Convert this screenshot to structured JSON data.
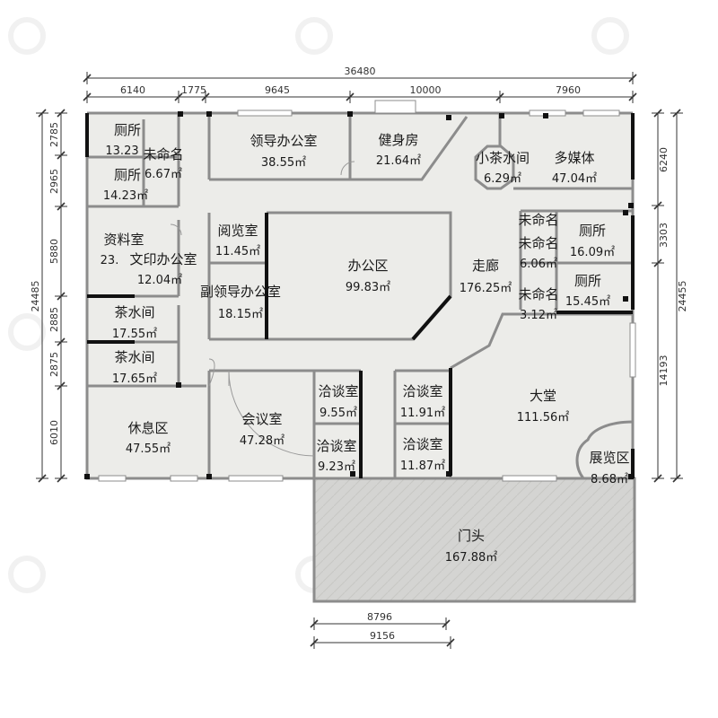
{
  "plan": {
    "colors": {
      "floor": "#ecece9",
      "wall": "#8c8c8c",
      "wall_dark": "#111111",
      "dim_line": "#333333",
      "entrance_floor": "#d4d4d2"
    },
    "dimensions_top": {
      "total": "36480",
      "segments": [
        "6140",
        "1775",
        "9645",
        "10000",
        "7960"
      ]
    },
    "dimensions_left": {
      "total": "24485",
      "segments": [
        "2785",
        "2965",
        "5880",
        "2885",
        "2875",
        "6010"
      ]
    },
    "dimensions_right": {
      "total": "24455",
      "segments": [
        "6240",
        "3303",
        "14193"
      ]
    },
    "dimensions_bottom": {
      "segments": [
        "8796",
        "9156"
      ]
    },
    "rooms": [
      {
        "name": "厕所",
        "area": "13.23"
      },
      {
        "name": "未命名",
        "area": "6.67㎡"
      },
      {
        "name": "厕所",
        "area": "14.23㎡"
      },
      {
        "name": "领导办公室",
        "area": "38.55㎡"
      },
      {
        "name": "健身房",
        "area": "21.64㎡"
      },
      {
        "name": "小茶水间",
        "area": "6.29㎡"
      },
      {
        "name": "多媒体",
        "area": "47.04㎡"
      },
      {
        "name": "资料室",
        "area": "23."
      },
      {
        "name": "文印办公室",
        "area": "12.04㎡"
      },
      {
        "name": "阅览室",
        "area": "11.45㎡"
      },
      {
        "name": "办公区",
        "area": "99.83㎡"
      },
      {
        "name": "走廊",
        "area": "176.25㎡"
      },
      {
        "name": "未命名",
        "area": ""
      },
      {
        "name": "厕所",
        "area": "16.09㎡"
      },
      {
        "name": "未命名",
        "area": "6.06㎡"
      },
      {
        "name": "厕所",
        "area": "15.45㎡"
      },
      {
        "name": "副领导办公室",
        "area": "18.15㎡"
      },
      {
        "name": "未命名",
        "area": "3.12㎡"
      },
      {
        "name": "茶水间",
        "area": "17.55㎡"
      },
      {
        "name": "茶水间",
        "area": "17.65㎡"
      },
      {
        "name": "洽谈室",
        "area": "9.55㎡"
      },
      {
        "name": "洽谈室",
        "area": "11.91㎡"
      },
      {
        "name": "大堂",
        "area": "111.56㎡"
      },
      {
        "name": "休息区",
        "area": "47.55㎡"
      },
      {
        "name": "会议室",
        "area": "47.28㎡"
      },
      {
        "name": "洽谈室",
        "area": "9.23㎡"
      },
      {
        "name": "洽谈室",
        "area": "11.87㎡"
      },
      {
        "name": "展览区",
        "area": "8.68㎡"
      },
      {
        "name": "门头",
        "area": "167.88㎡"
      }
    ]
  }
}
